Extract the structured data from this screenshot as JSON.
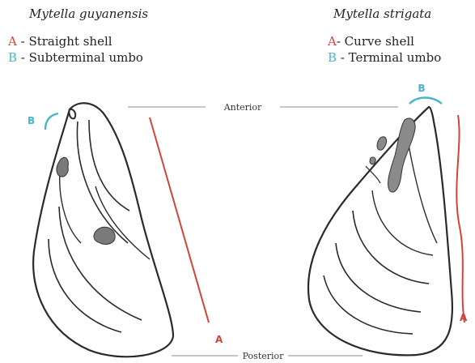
{
  "left": {
    "species": "Mytella guyanensis",
    "legend": [
      {
        "letter": "A",
        "text": " - Straight shell"
      },
      {
        "letter": "B",
        "text": " - Subterminal umbo"
      }
    ],
    "marker_a": "A",
    "marker_b": "B"
  },
  "right": {
    "species": "Mytella strigata",
    "legend": [
      {
        "letter": "A",
        "text": "- Curve shell"
      },
      {
        "letter": "B",
        "text": " - Terminal umbo"
      }
    ],
    "marker_a": "A",
    "marker_b": "B"
  },
  "labels": {
    "anterior": "Anterior",
    "posterior": "Posterior"
  },
  "colors": {
    "shape_a": "#d0453a",
    "umbo_b": "#48b4c8",
    "outline": "#2a2a2a",
    "spot": "#7a7a7a"
  }
}
